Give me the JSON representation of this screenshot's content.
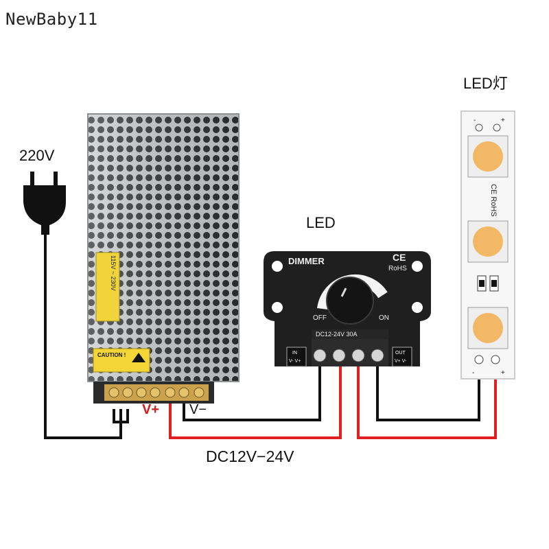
{
  "watermark": "NewBaby11",
  "labels": {
    "mains_voltage": "220V",
    "dimmer_title": "LED",
    "strip_title": "LED灯",
    "output_voltage": "DC12V−24V",
    "v_plus": "V+",
    "v_minus": "V−"
  },
  "power_supply": {
    "caution": "CAUTION !",
    "voltage_switch": "115V ~ 230V"
  },
  "dimmer": {
    "name": "DIMMER",
    "ce": "CE",
    "rohs": "RoHS",
    "off": "OFF",
    "on": "ON",
    "rating": "DC12-24V  30A",
    "in_label": "IN",
    "in_pins": "V- V+",
    "out_label": "OUT",
    "out_pins": "V+ V-"
  },
  "led_strip": {
    "minus": "-",
    "plus": "+",
    "mark": "CE RoHS"
  },
  "colors": {
    "positive_wire": "#e02020",
    "negative_wire": "#111111",
    "dimmer_body": "#222222",
    "led_chip": "#f2b866",
    "psu_body": "#bfc2c5"
  }
}
